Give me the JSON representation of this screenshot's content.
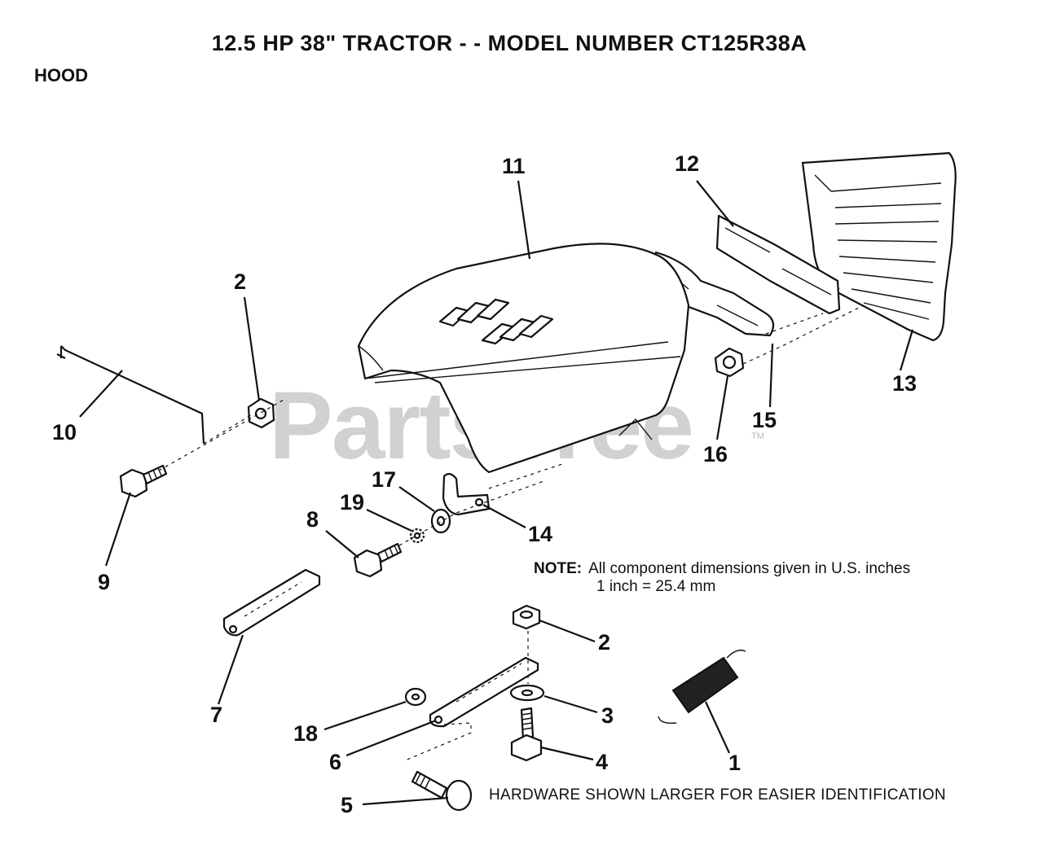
{
  "header": {
    "title": "12.5 HP 38\" TRACTOR - - MODEL NUMBER CT125R38A",
    "section": "HOOD"
  },
  "watermark": {
    "text": "PartsTree",
    "tm": "TM"
  },
  "note": {
    "label": "NOTE:",
    "line1": "All component dimensions given in U.S. inches",
    "line2": "1 inch = 25.4 mm"
  },
  "footer_text": "HARDWARE SHOWN LARGER FOR EASIER IDENTIFICATION",
  "callouts": {
    "c11": "11",
    "c12": "12",
    "c13": "13",
    "c15": "15",
    "c16": "16",
    "c2a": "2",
    "c10": "10",
    "c9": "9",
    "c17": "17",
    "c19": "19",
    "c8": "8",
    "c14": "14",
    "c2b": "2",
    "c7": "7",
    "c3": "3",
    "c1": "1",
    "c18": "18",
    "c6": "6",
    "c4": "4",
    "c5": "5"
  }
}
